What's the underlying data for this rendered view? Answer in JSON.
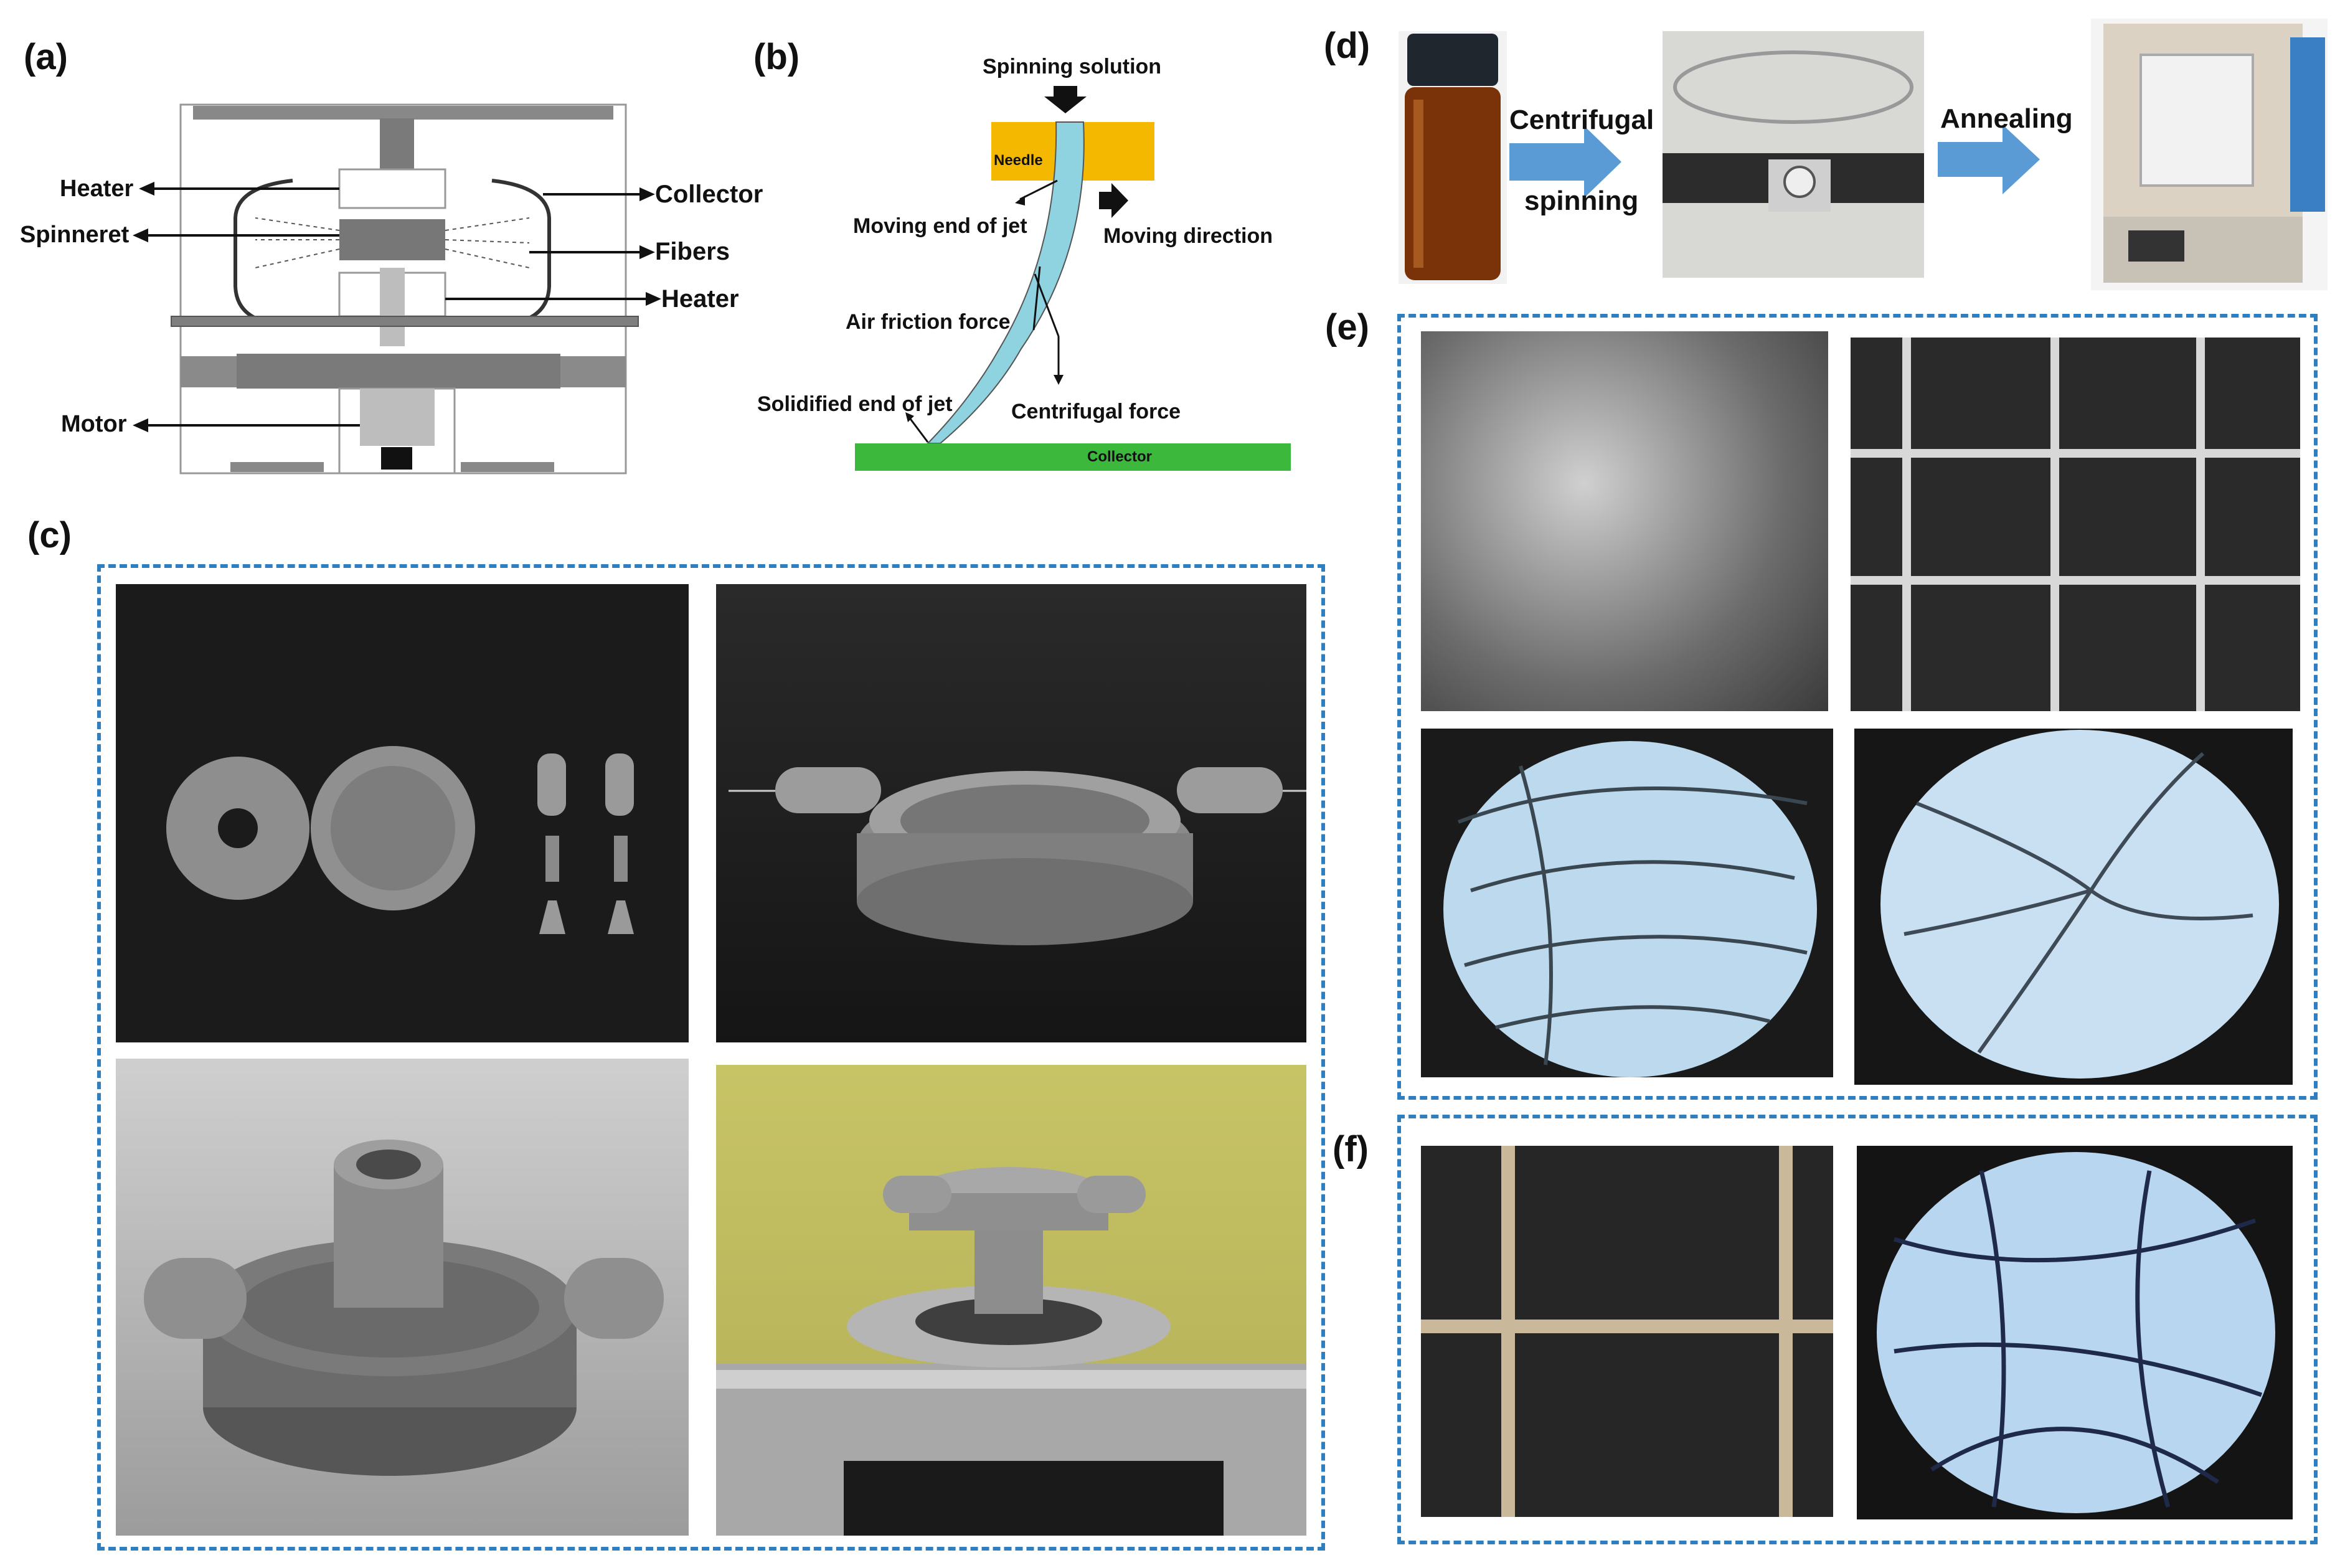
{
  "panels": {
    "a": {
      "letter": "(a)",
      "labels": {
        "heater_top": "Heater",
        "spinneret": "Spinneret",
        "motor": "Motor",
        "collector": "Collector",
        "fibers": "Fibers",
        "heater_bottom": "Heater"
      }
    },
    "b": {
      "letter": "(b)",
      "labels": {
        "spinning_solution": "Spinning solution",
        "needle": "Needle",
        "moving_end": "Moving end of jet",
        "moving_direction": "Moving direction",
        "air_friction": "Air friction force",
        "solidified_end": "Solidified end of jet",
        "centrifugal_force": "Centrifugal force",
        "collector": "Collector"
      }
    },
    "c": {
      "letter": "(c)"
    },
    "d": {
      "letter": "(d)",
      "step1_line1": "Centrifugal",
      "step1_line2": "spinning",
      "step2": "Annealing"
    },
    "e": {
      "letter": "(e)"
    },
    "f": {
      "letter": "(f)"
    }
  },
  "colors": {
    "dash_border": "#2f7fc0",
    "process_arrow": "#5b9bd5",
    "needle": "#f5b800",
    "jet": "#8fd3e0",
    "collector_bar": "#3cb83c",
    "diagram_gray": "#7f7f7f"
  }
}
